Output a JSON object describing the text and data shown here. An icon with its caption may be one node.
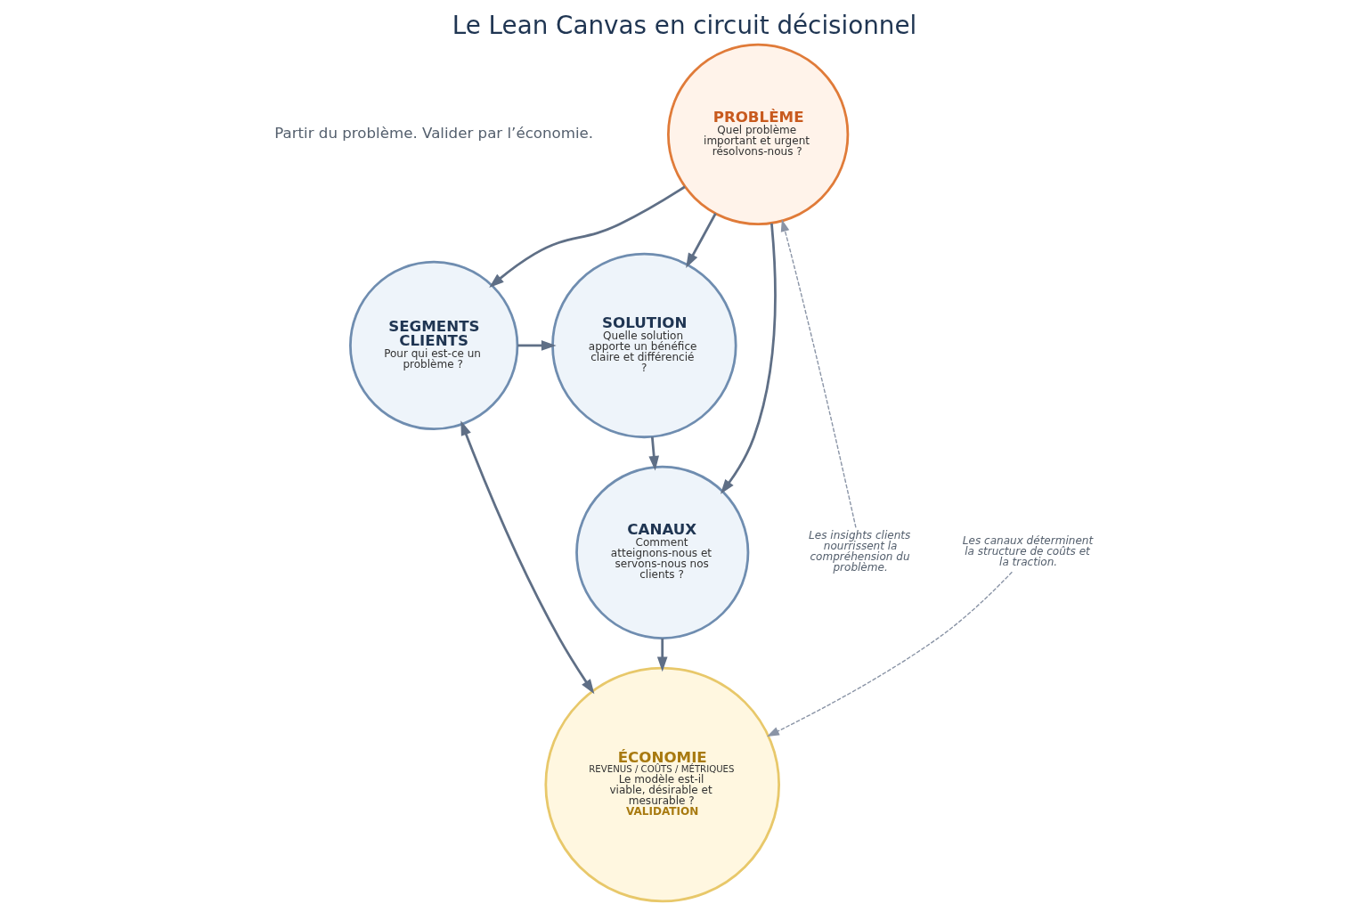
{
  "diagram": {
    "title": "Le Lean Canvas en circuit décisionnel",
    "nodes": [
      {
        "text": [
          "SEGMENTS CLIENTS",
          "Pour qui est-ce un problème ?"
        ]
      },
      {
        "text": [
          "SOLUTION",
          "Quelle solution apporte un bénéfice claire et différencié ?"
        ]
      },
      {
        "text": [
          "PROBLÈME",
          "Quel problème important et urgent résolvons-nous ?"
        ]
      },
      {
        "text": [
          "Les insights clients nourrissent la compréhension du problème."
        ]
      },
      {
        "text": [
          "CANAUX",
          "Comment atteignons-nous et servons-nous nos clients ?"
        ]
      },
      {
        "text": [
          "Les canaux déterminent la structure de coûts et la traction."
        ]
      },
      {
        "text": [
          "ÉCONOMIE",
          "REVENUS / COÛTS / MÉTRIQUES",
          "Le modèle est-il viable, désirable et mesurable ?",
          "VALIDATION"
        ]
      }
    ],
    "edges": [
      {
        "from": 0,
        "to": 1,
        "arrow": "to"
      },
      {
        "from": 2,
        "to": 0,
        "arrow": "to"
      },
      {
        "from": 2,
        "to": 1,
        "arrow": "to"
      },
      {
        "from": 3,
        "to": 2,
        "arrow": "to",
        "style": "dashed",
        "color": "#8a94a6"
      },
      {
        "from": 1,
        "to": 4,
        "arrow": "to"
      },
      {
        "from": 2,
        "to": 4,
        "arrow": "to"
      },
      {
        "from": 5,
        "to": 6,
        "arrow": "to",
        "style": "dashed",
        "color": "#8a94a6"
      },
      {
        "from": 4,
        "to": 6,
        "arrow": "to"
      },
      {
        "from": 0,
        "to": 6,
        "arrow": "both"
      }
    ],
    "labels": [
      "Partir du problème. Valider par l’économie."
    ]
  }
}
